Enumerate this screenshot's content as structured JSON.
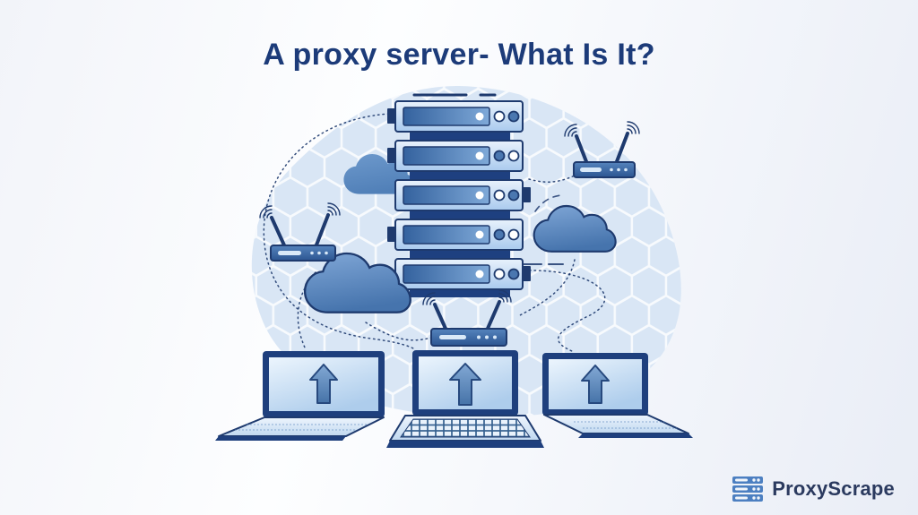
{
  "page": {
    "title": "A proxy server- What Is It?"
  },
  "branding": {
    "logo_text": "ProxyScrape"
  },
  "colors": {
    "navy": "#1e3a6e",
    "title-color": "#1c3b79",
    "blue-medium": "#4a77b0",
    "blue-light": "#b9d4ef",
    "blob": "#d9e6f5",
    "connector": "#1e4080",
    "logo-blue": "#4c7fc1",
    "logo-text": "#2b3a5f"
  },
  "illustration": {
    "server_rack_units": 5,
    "laptops": 3,
    "routers": 3,
    "clouds": 3,
    "arrow_direction": "up"
  }
}
